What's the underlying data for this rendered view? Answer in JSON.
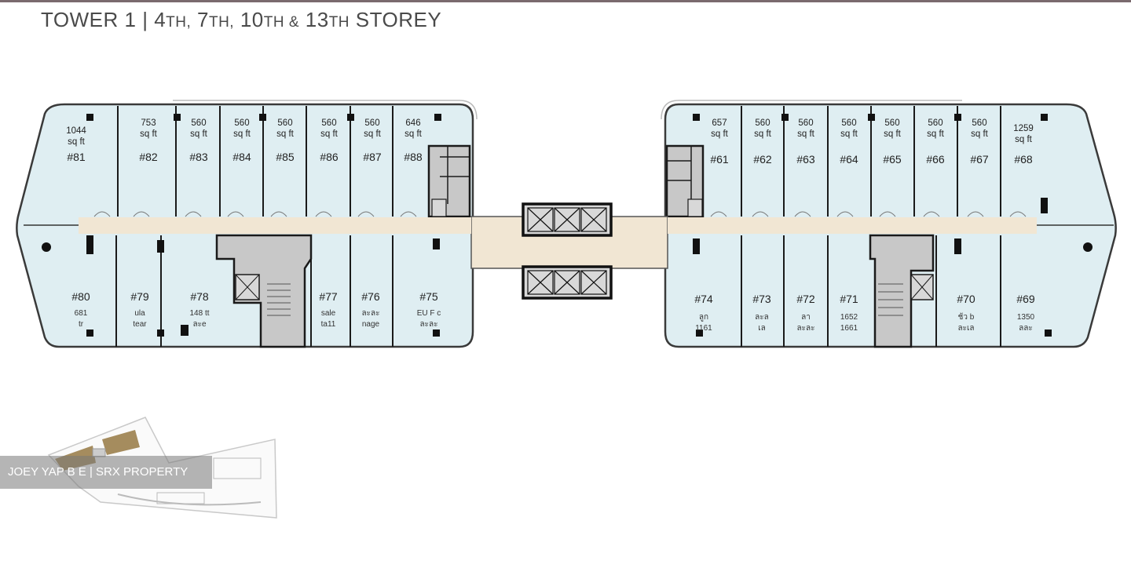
{
  "title": {
    "tower": "TOWER 1 |",
    "n4": "4",
    "s4": "TH,",
    "n7": "7",
    "s7": "TH,",
    "n10": "10",
    "s10": "TH &",
    "n13": "13",
    "s13": "TH",
    "storey": "STOREY"
  },
  "watermark": "JOEY YAP B E | SRX PROPERTY",
  "units_top_left": [
    {
      "no": "#81",
      "area": "1044",
      "unit": "sq ft"
    },
    {
      "no": "#82",
      "area": "753",
      "unit": "sq ft"
    },
    {
      "no": "#83",
      "area": "560",
      "unit": "sq ft"
    },
    {
      "no": "#84",
      "area": "560",
      "unit": "sq ft"
    },
    {
      "no": "#85",
      "area": "560",
      "unit": "sq ft"
    },
    {
      "no": "#86",
      "area": "560",
      "unit": "sq ft"
    },
    {
      "no": "#87",
      "area": "560",
      "unit": "sq ft"
    },
    {
      "no": "#88",
      "area": "646",
      "unit": "sq ft"
    }
  ],
  "units_top_right": [
    {
      "no": "#61",
      "area": "657",
      "unit": "sq ft"
    },
    {
      "no": "#62",
      "area": "560",
      "unit": "sq ft"
    },
    {
      "no": "#63",
      "area": "560",
      "unit": "sq ft"
    },
    {
      "no": "#64",
      "area": "560",
      "unit": "sq ft"
    },
    {
      "no": "#65",
      "area": "560",
      "unit": "sq ft"
    },
    {
      "no": "#66",
      "area": "560",
      "unit": "sq ft"
    },
    {
      "no": "#67",
      "area": "560",
      "unit": "sq ft"
    },
    {
      "no": "#68",
      "area": "1259",
      "unit": "sq ft"
    }
  ],
  "units_bottom_left": [
    {
      "no": "#80",
      "scribble": [
        "681",
        "tr"
      ]
    },
    {
      "no": "#79",
      "scribble": [
        "ula",
        "tear"
      ]
    },
    {
      "no": "#78",
      "scribble": [
        "148 tt",
        "ละe"
      ]
    },
    {
      "no": "#77",
      "scribble": [
        "sale",
        "ta11"
      ]
    },
    {
      "no": "#76",
      "scribble": [
        "ละละ",
        "nage"
      ]
    },
    {
      "no": "#75",
      "scribble": [
        "EU F c",
        "ละละ"
      ]
    }
  ],
  "units_bottom_right": [
    {
      "no": "#74",
      "scribble": [
        "ลูก",
        "1161"
      ]
    },
    {
      "no": "#73",
      "scribble": [
        "ละล",
        "เล"
      ]
    },
    {
      "no": "#72",
      "scribble": [
        "ลา",
        "ละละ"
      ]
    },
    {
      "no": "#71",
      "scribble": [
        "1652",
        "1661"
      ]
    },
    {
      "no": "#70",
      "scribble": [
        "ช้ว b",
        "ละเล"
      ]
    },
    {
      "no": "#69",
      "scribble": [
        "1350",
        "ลละ"
      ]
    }
  ],
  "colors": {
    "unit_fill": "#dfeef2",
    "corridor_fill": "#f1e6d3",
    "core_fill": "#c8c8c8",
    "wall": "#1a1a1a",
    "keyplan_highlight": "#a58c5e"
  }
}
